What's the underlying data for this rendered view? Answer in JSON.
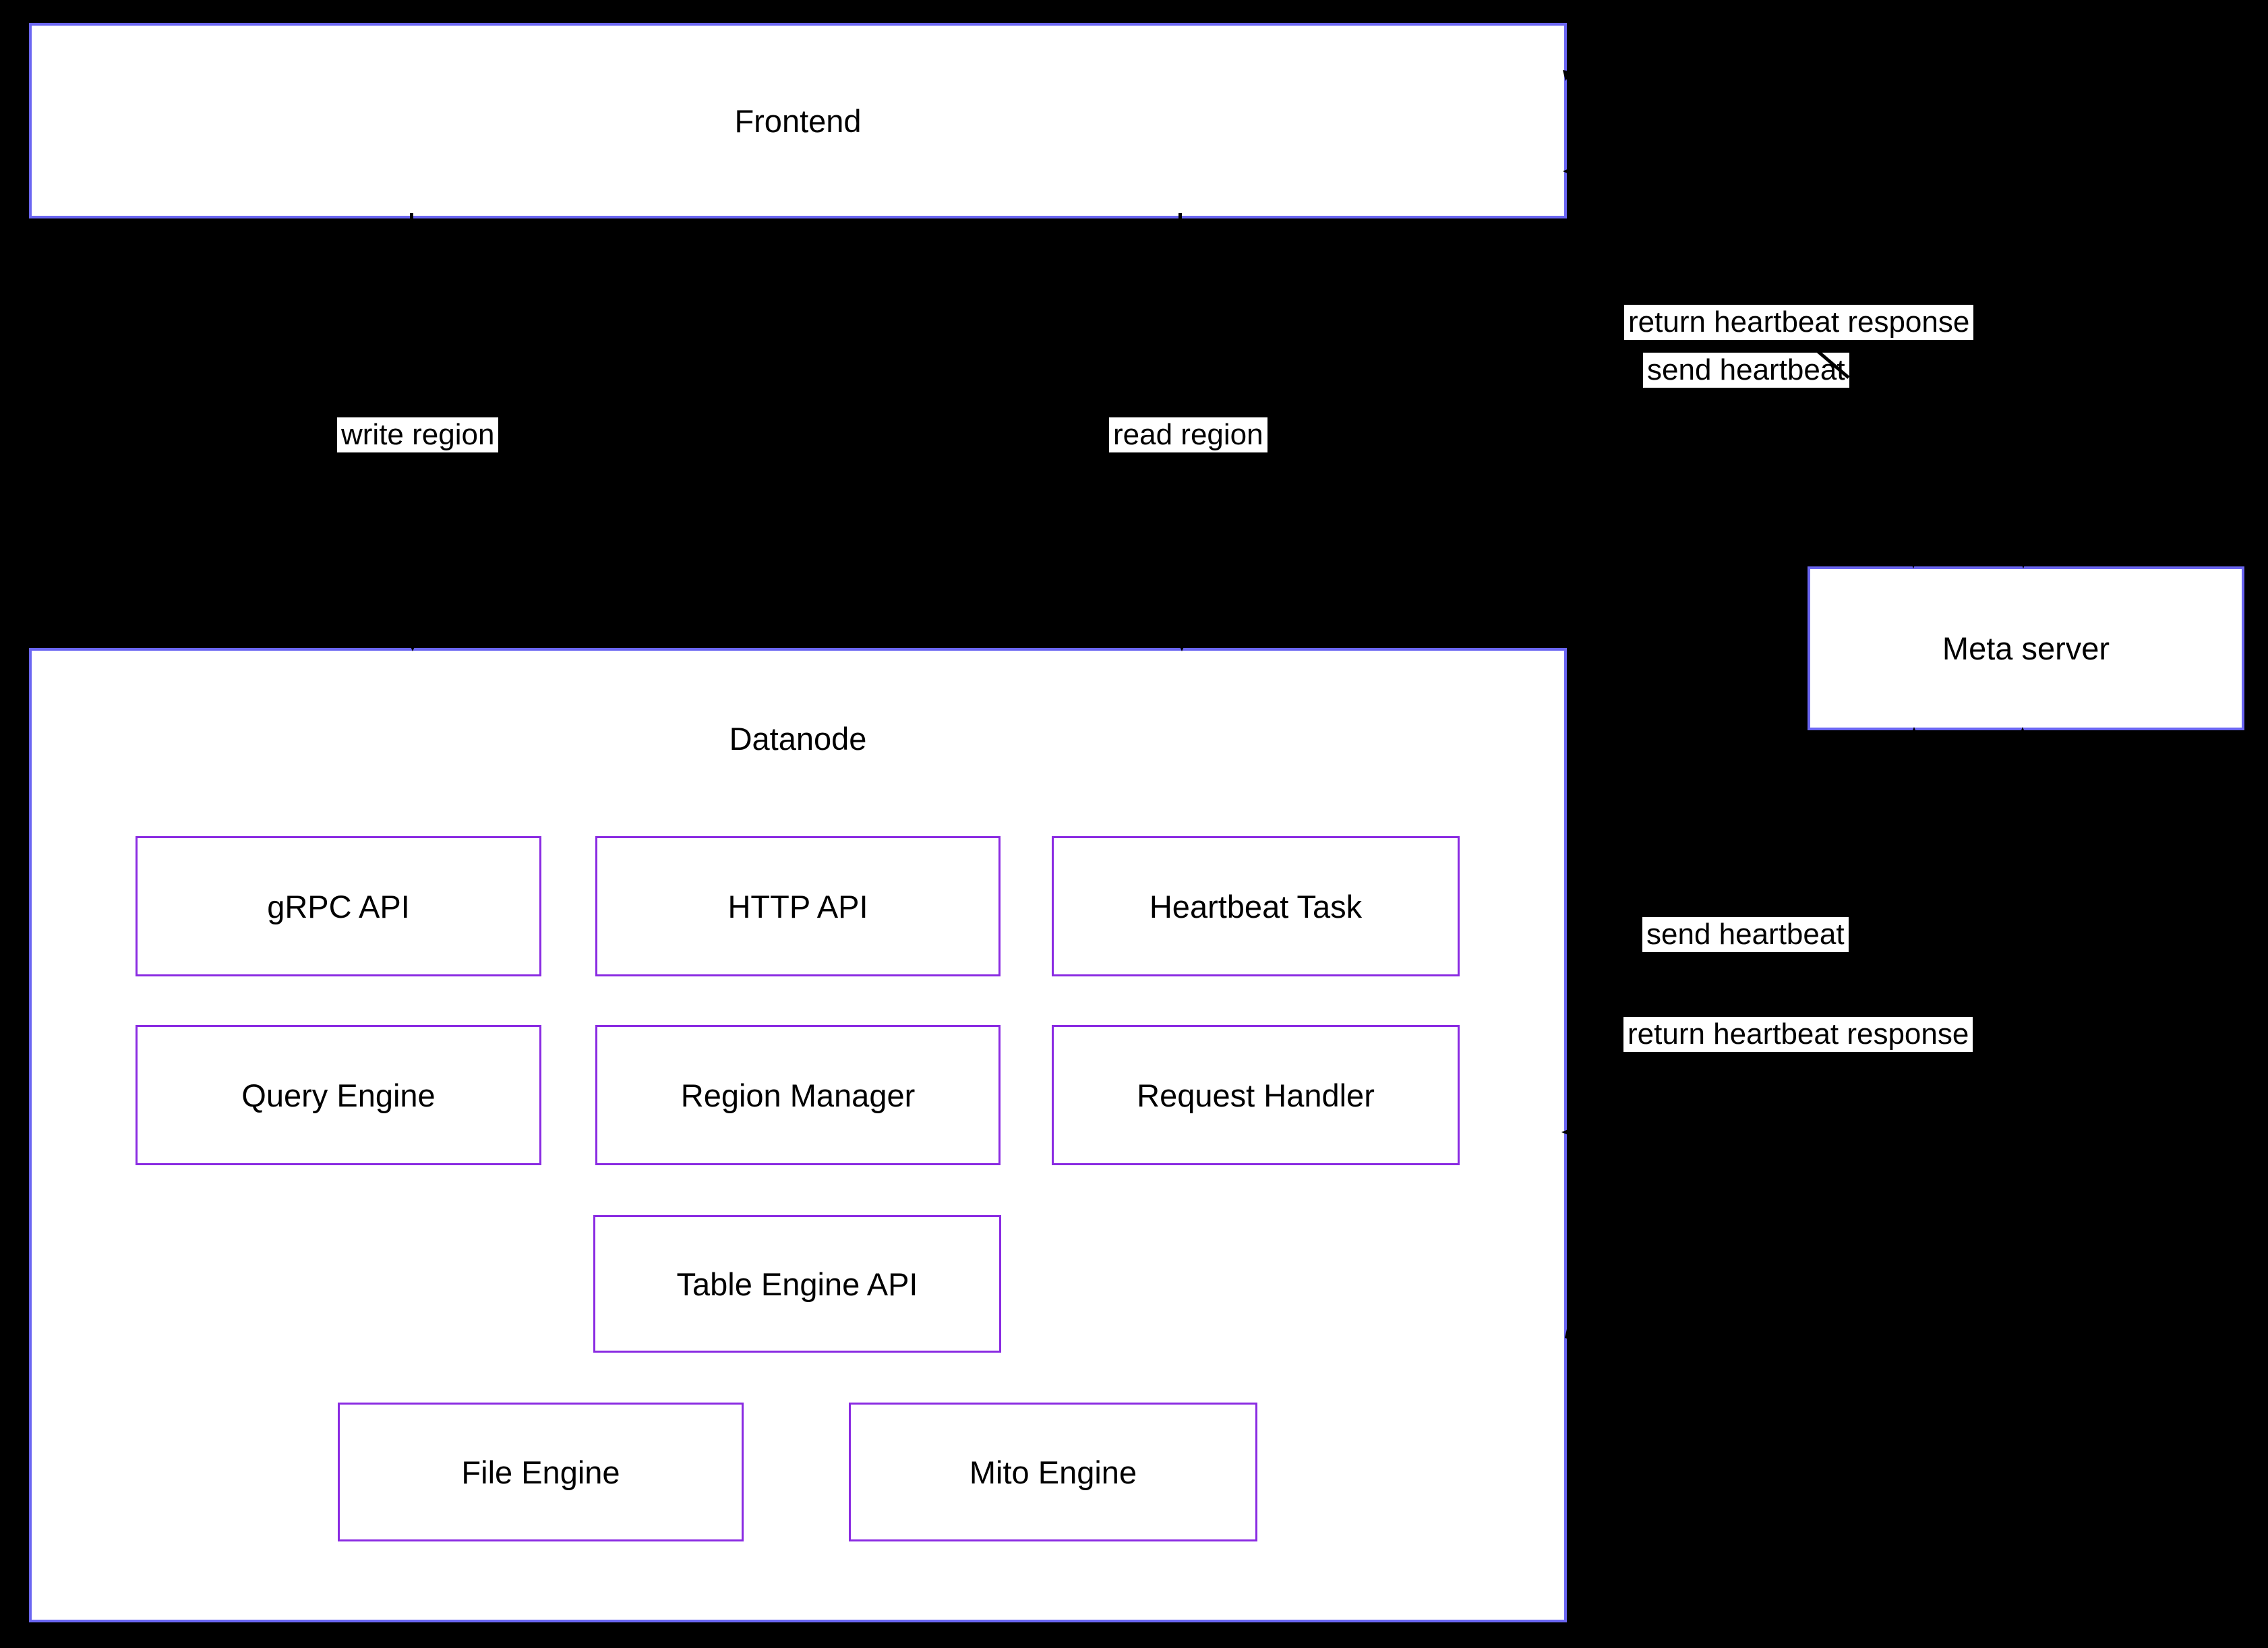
{
  "diagram": {
    "title": "Datanode architecture diagram",
    "colors": {
      "background": "#000000",
      "outer_node_border": "#6b66f2",
      "inner_node_border": "#8a2be2",
      "node_fill": "#ffffff",
      "text": "#000000",
      "edge": "#000000"
    },
    "nodes": {
      "frontend": {
        "label": "Frontend"
      },
      "datanode": {
        "label": "Datanode"
      },
      "meta_server": {
        "label": "Meta server"
      },
      "grpc_api": {
        "label": "gRPC API"
      },
      "http_api": {
        "label": "HTTP API"
      },
      "heartbeat_task": {
        "label": "Heartbeat Task"
      },
      "query_engine": {
        "label": "Query Engine"
      },
      "region_manager": {
        "label": "Region Manager"
      },
      "request_handler": {
        "label": "Request Handler"
      },
      "table_engine_api": {
        "label": "Table Engine API"
      },
      "file_engine": {
        "label": "File Engine"
      },
      "mito_engine": {
        "label": "Mito Engine"
      }
    },
    "edge_labels": {
      "write_region": "write region",
      "read_region": "read region",
      "return_heartbeat_frontend": "return heartbeat response",
      "send_heartbeat_frontend": "send heartbeat",
      "send_heartbeat_datanode": "send heartbeat",
      "return_heartbeat_datanode": "return heartbeat response"
    }
  }
}
